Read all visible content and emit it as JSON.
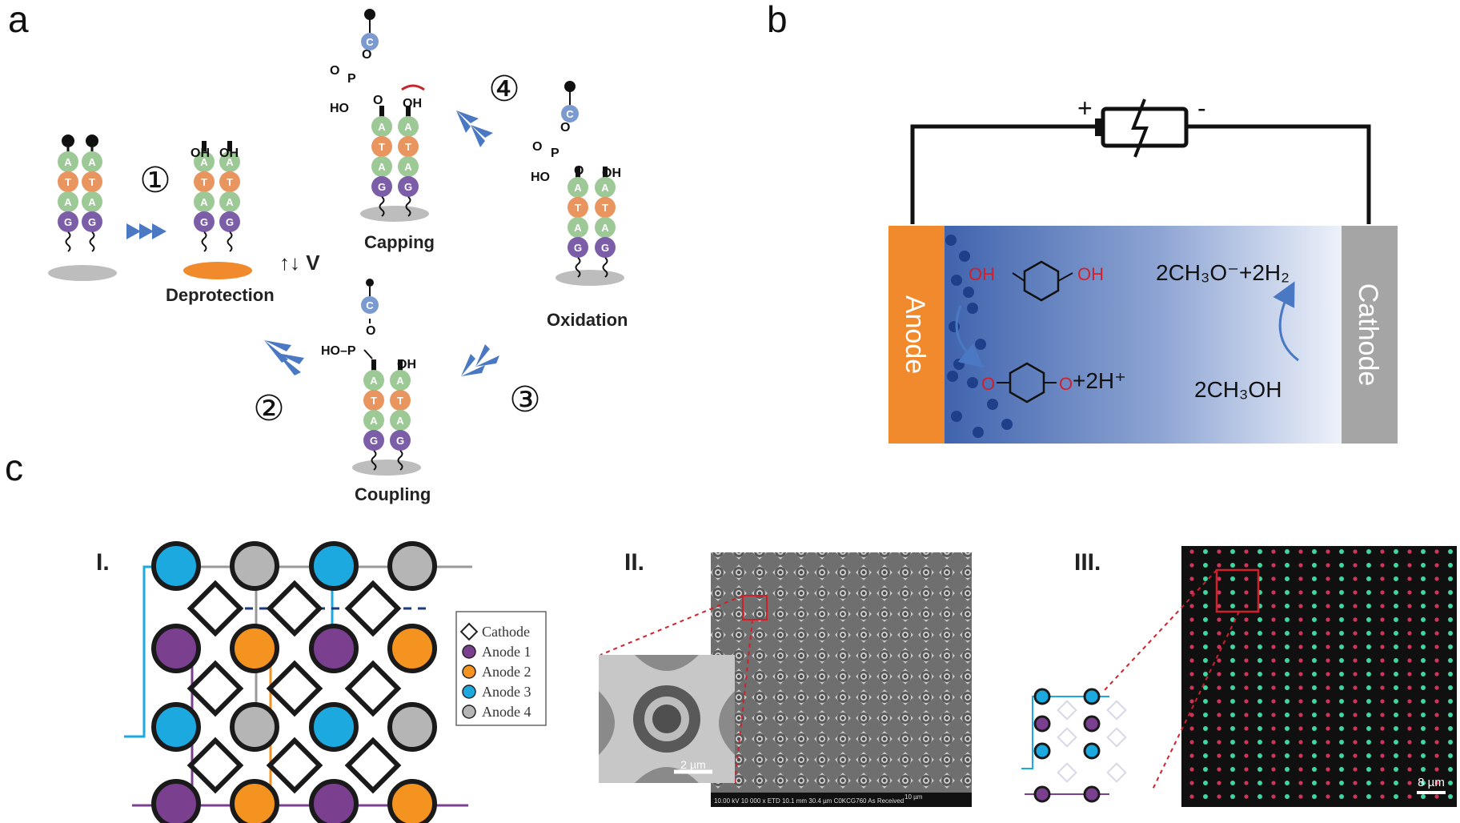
{
  "panels": {
    "a": "a",
    "b": "b",
    "c": "c"
  },
  "panel_a": {
    "steps": [
      {
        "symbol": "①",
        "caption": "Deprotection"
      },
      {
        "symbol": "②",
        "caption": "Coupling"
      },
      {
        "symbol": "③",
        "caption": "Oxidation"
      },
      {
        "symbol": "④",
        "caption": "Capping"
      }
    ],
    "voltage_label": "↑↓ V",
    "oh": "OH",
    "ho": "HO",
    "ho_p": "HO–P",
    "o": "O",
    "p": "P",
    "c_base": "C",
    "nucleotides": [
      "A",
      "T",
      "A",
      "G"
    ]
  },
  "panel_b": {
    "anode": "Anode",
    "cathode": "Cathode",
    "plus": "+",
    "minus": "-",
    "hydroquinone_oh_left": "OH",
    "hydroquinone_oh_right": "OH",
    "quinone_o_left": "O",
    "quinone_o_right": "O",
    "protons": "+2H⁺",
    "methoxide_products": "2CH₃O⁻+2H₂",
    "methanol": "2CH₃OH"
  },
  "panel_c": {
    "sub_labels": [
      "I.",
      "II.",
      "III."
    ],
    "legend": [
      {
        "label": "Cathode",
        "shape": "diamond",
        "color": "#ffffff"
      },
      {
        "label": "Anode 1",
        "shape": "circle",
        "color": "#7b3f8f"
      },
      {
        "label": "Anode 2",
        "shape": "circle",
        "color": "#f4931f"
      },
      {
        "label": "Anode 3",
        "shape": "circle",
        "color": "#1ba9e0"
      },
      {
        "label": "Anode 4",
        "shape": "circle",
        "color": "#b5b5b5"
      }
    ],
    "sem_scale_inset": "2 µm",
    "sem_scale_main": "10 µm",
    "sem_info_bar": "10.00 kV  10 000 x  ETD  10.1 mm  30.4 µm   C0KCG760   As Received",
    "fluor_scale": "8 µm"
  },
  "colors": {
    "nuc_A": "#9cc995",
    "nuc_T": "#e8955f",
    "nuc_G": "#7b5ea7",
    "nuc_C": "#7a9ad0",
    "arrow": "#4a78c2",
    "anode": "#f08a2c",
    "cathode": "#a5a5a5",
    "electrolyte": "#3f63ad"
  }
}
